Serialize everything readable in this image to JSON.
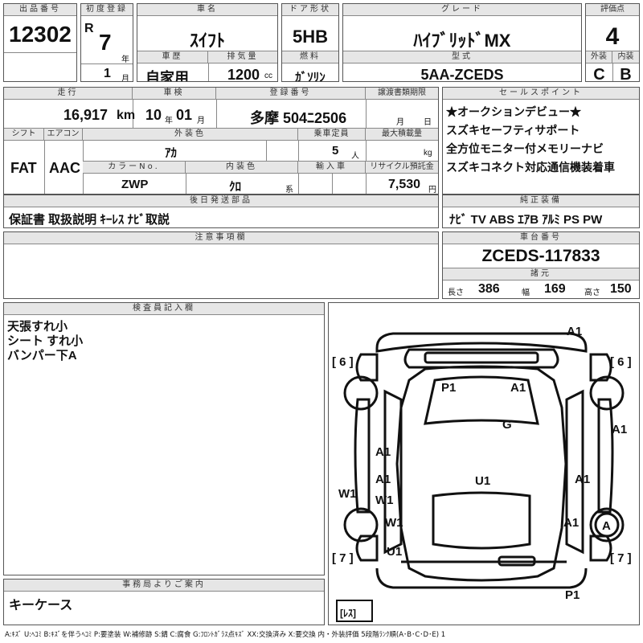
{
  "labels": {
    "lot_no": "出品番号",
    "first_reg": "初度登録",
    "car_name": "車名",
    "door": "ドア形状",
    "grade": "グレード",
    "score": "評価点",
    "history": "車歴",
    "displacement": "排気量",
    "fuel": "燃料",
    "model": "型式",
    "exterior": "外装",
    "interior": "内装",
    "year_unit": "年",
    "month_unit": "月",
    "cc_unit": "cc",
    "mileage": "走行",
    "inspection": "車検",
    "reg_no": "登録番号",
    "transfer_deadline": "譲渡書類期限",
    "sales_points": "セールスポイント",
    "shift": "シフト",
    "aircon": "エアコン",
    "color": "外装色",
    "capacity": "乗車定員",
    "max_load": "最大積載量",
    "color_no": "カラーNo.",
    "int_color": "内装色",
    "import": "輸入車",
    "recycle": "リサイクル預託金",
    "later_send": "後日発送部品",
    "genuine": "純正装備",
    "notes": "注意事項欄",
    "chassis": "車台番号",
    "specs": "諸元",
    "length": "長さ",
    "width": "幅",
    "height": "高さ",
    "inspector": "検査員記入欄",
    "office": "事務局よりご案内",
    "km_unit": "km",
    "ym_y": "年",
    "ym_m": "月",
    "cap_unit": "人",
    "kg_unit": "kg",
    "yen_unit": "円",
    "kei_unit": "系",
    "deadline_m": "月",
    "deadline_d": "日"
  },
  "values": {
    "lot_no": "12302",
    "era": "R",
    "year": "7",
    "month": "1",
    "car_name": "ｽｲﾌﾄ",
    "door": "5HB",
    "grade": "ﾊｲﾌﾞﾘｯﾄﾞMX",
    "score": "4",
    "history": "自家用",
    "displacement": "1200",
    "fuel": "ｶﾞｿﾘﾝ",
    "model": "5AA-ZCEDS",
    "exterior": "C",
    "interior": "B",
    "mileage": "16,917",
    "insp_year": "10",
    "insp_month": "01",
    "reg_no": "多摩 504ﾆ2506",
    "shift": "FAT",
    "aircon": "AAC",
    "color": "ｱｶ",
    "capacity": "5",
    "color_no": "ZWP",
    "int_color": "ｸﾛ",
    "recycle": "7,530",
    "later_send": "保証書 取扱説明 ｷｰﾚｽ ﾅﾋﾞ取説",
    "genuine": "ﾅﾋﾞ TV ABS ｴｱB ｱﾙﾐ PS PW",
    "chassis": "ZCEDS-117833",
    "length": "386",
    "width": "169",
    "height": "150",
    "office": "キーケース"
  },
  "sales_points": [
    "★オークションデビュー★",
    "スズキセーフティサポート",
    "全方位モニター付メモリーナビ",
    "スズキコネクト対応通信機装着車"
  ],
  "inspector_notes": [
    "天張すれ小",
    "シート すれ小",
    "バンパー下A"
  ],
  "diagram": {
    "marks": [
      "A1",
      "P1",
      "A1",
      "G",
      "A1",
      "A1",
      "A1",
      "A1",
      "W1",
      "W1",
      "U1",
      "W1",
      "A1",
      "A",
      "U1",
      "P1"
    ],
    "tires": [
      "[ 6 ]",
      "[ 6 ]",
      "[ 7 ]",
      "[ 7 ]"
    ],
    "spare": "[ﾚｽ]"
  },
  "legend": "A:ｷｽﾞ U:ﾍｺﾐ B:ｷｽﾞを伴うﾍｺﾐ P:要塗装 W:補修跡 S:錆 C:腐食 G:ﾌﾛﾝﾄｶﾞﾗｽ点ｷｽﾞ XX:交換済み X:要交換 内・外装評価 5段階ﾗﾝｸ順(A･B･C･D･E) 1"
}
